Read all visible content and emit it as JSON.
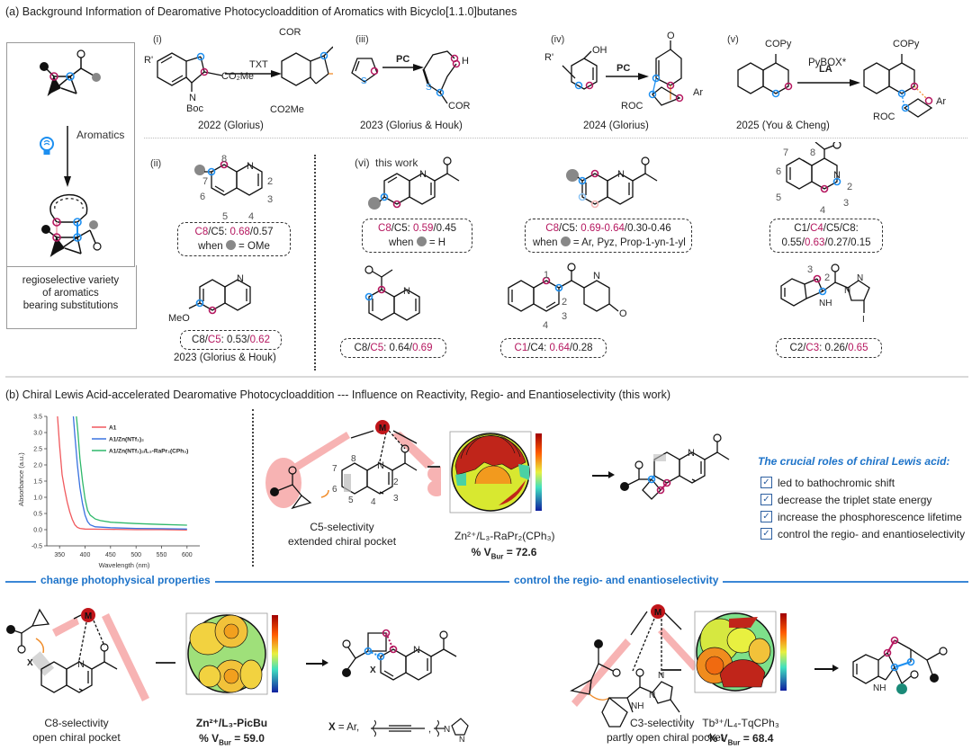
{
  "section_a": {
    "title": "(a) Background Information of Dearomative Photocycloaddition of Aromatics with Bicyclo[1.1.0]butanes",
    "left_panel": {
      "arrow_label": "Aromatics",
      "caption_lines": [
        "regioselective variety",
        "of aromatics",
        "bearing substitutions"
      ]
    },
    "examples": [
      {
        "label": "(i)",
        "reagent": "TXT",
        "citation": "2022 (Glorius)",
        "substituents": [
          "R'",
          "CO2Me",
          "Boc",
          "COR"
        ]
      },
      {
        "label": "(iii)",
        "reagent": "PC",
        "citation": "2023 (Glorius & Houk)",
        "substituents": [
          "S",
          "H",
          "COR"
        ]
      },
      {
        "label": "(iv)",
        "reagent": "PC",
        "citation": "2024 (Glorius)",
        "substituents": [
          "R'",
          "OH",
          "O",
          "ROC",
          "Ar"
        ]
      },
      {
        "label": "(v)",
        "reagent": "LA",
        "reagent2": "PyBOX*",
        "citation": "2025 (You & Cheng)",
        "substituents": [
          "COPy",
          "ROC",
          "Ar"
        ]
      }
    ],
    "ii": {
      "label": "(ii)",
      "atom_numbers": [
        "8",
        "7",
        "6",
        "5",
        "4",
        "3",
        "2",
        "N"
      ],
      "box1": {
        "sites": "C8",
        "sep": "/C5: ",
        "v1": "0.68",
        "v2": "/0.57",
        "line2a": "when",
        "line2b": "= OMe"
      },
      "meo": "MeO",
      "box2": {
        "s1": "C8/",
        "s2": "C5",
        "sep": ": 0.53/",
        "v2": "0.62"
      },
      "citation": "2023 (Glorius & Houk)"
    },
    "vi": {
      "label": "(vi)",
      "this_work": "this work",
      "cards": [
        {
          "l1a": "C8",
          "l1b": "/C5: ",
          "l1c": "0.59",
          "l1d": "/0.45",
          "l2a": "when",
          "l2b": "= H"
        },
        {
          "l1a": "C8",
          "l1b": "/C5: ",
          "l1c": "0.69-0.64",
          "l1d": "/0.30-0.46",
          "l2a": "when",
          "l2b": "= Ar, Pyz, Prop-1-yn-1-yl"
        },
        {
          "l1a": "C1/",
          "l1b": "C4",
          "l1c": "/C5/C8:",
          "l2a": "0.55/",
          "l2b": "0.63",
          "l2c": "/0.27/0.15",
          "atoms": [
            "7",
            "8",
            "6",
            "5",
            "4",
            "3",
            "N",
            "2"
          ]
        },
        {
          "l1a": "C8/",
          "l1b": "C5",
          "l1c": ": 0.64/",
          "l1d": "0.69"
        },
        {
          "l1a": "C1",
          "l1b": "/C4: ",
          "l1c": "0.64",
          "l1d": "/0.28",
          "atoms": [
            "1",
            "2",
            "3",
            "4"
          ]
        },
        {
          "l1a": "C2/",
          "l1b": "C3",
          "l1c": ": 0.26/",
          "l1d": "0.65",
          "atoms": [
            "3",
            "2",
            "NH"
          ]
        }
      ]
    }
  },
  "section_b": {
    "title": "(b) Chiral Lewis Acid-accelerated Dearomative Photocycloaddition --- Influence on Reactivity, Regio- and Enantioselectivity (this work)",
    "divider_left": "change photophysical properties",
    "divider_right": "control the regio- and enantioselectivity",
    "c5": {
      "metal": "M",
      "atoms": [
        "8",
        "7",
        "6",
        "5",
        "4",
        "3",
        "2",
        "N"
      ],
      "caption": [
        "C5-selectivity",
        "extended chiral pocket"
      ],
      "complex": "Zn²⁺/L₃-RaPr₂(CPh₃)",
      "vbur": "% V",
      "vbur_sub": "Bur",
      "vbur_val": " = 72.6"
    },
    "roles": {
      "title": "The crucial roles of chiral Lewis acid:",
      "items": [
        "led to bathochromic shift",
        "decrease the triplet state energy",
        "increase the phosphorescence lifetime",
        "control the regio- and enantioselectivity"
      ]
    },
    "c8": {
      "metal": "M",
      "x_label": "X",
      "caption": [
        "C8-selectivity",
        "open chiral pocket"
      ],
      "complex": "Zn²⁺/L₃-PicBu",
      "vbur": "% V",
      "vbur_sub": "Bur",
      "vbur_val": " = 59.0",
      "x_def": "X = Ar,"
    },
    "c3": {
      "metal": "M",
      "caption": [
        "C3-selectivity",
        "partly open chiral pocket"
      ],
      "complex": "Tb³⁺/L₄-TqCPh₃",
      "vbur": "% V",
      "vbur_sub": "Bur",
      "vbur_val": " = 68.4"
    }
  },
  "chart_data": {
    "type": "line",
    "title": "",
    "xlabel": "Wavelength (nm)",
    "ylabel": "Absorbance (a.u.)",
    "xlim": [
      325,
      625
    ],
    "ylim": [
      -0.5,
      3.5
    ],
    "xticks": [
      350,
      400,
      450,
      500,
      550,
      600
    ],
    "yticks": [
      -0.5,
      0.0,
      0.5,
      1.0,
      1.5,
      2.0,
      2.5,
      3.0,
      3.5
    ],
    "legend_position": "top-right",
    "series": [
      {
        "name": "A1",
        "color": "#f0595d",
        "x": [
          346,
          350,
          355,
          360,
          365,
          370,
          375,
          380,
          385,
          390,
          400,
          450,
          500,
          550,
          600
        ],
        "y": [
          3.5,
          2.6,
          1.7,
          1.25,
          0.85,
          0.55,
          0.32,
          0.15,
          0.07,
          0.04,
          0.02,
          0.01,
          0.0,
          0.0,
          -0.01
        ]
      },
      {
        "name": "A1/Zn(NTf₂)₂",
        "color": "#3a72e0",
        "x": [
          377,
          380,
          385,
          390,
          395,
          400,
          405,
          410,
          420,
          450,
          500,
          550,
          600
        ],
        "y": [
          3.5,
          2.9,
          2.0,
          1.3,
          0.8,
          0.45,
          0.25,
          0.15,
          0.09,
          0.06,
          0.04,
          0.03,
          0.02
        ]
      },
      {
        "name": "A1/Zn(NTf₂)₂/L₃-RaPr₂(CPh₃)",
        "color": "#2fb86a",
        "x": [
          383,
          386,
          390,
          395,
          400,
          405,
          410,
          420,
          430,
          450,
          500,
          550,
          600
        ],
        "y": [
          3.5,
          3.0,
          2.2,
          1.5,
          0.95,
          0.6,
          0.45,
          0.33,
          0.28,
          0.23,
          0.19,
          0.16,
          0.14
        ]
      }
    ]
  },
  "colors": {
    "magenta": "#b5175f",
    "blue": "#1d8ff0",
    "accent_blue": "#1d73c9",
    "metal": "#c0151a",
    "pink": "#f7b3b3",
    "orange": "#f08c2a"
  }
}
